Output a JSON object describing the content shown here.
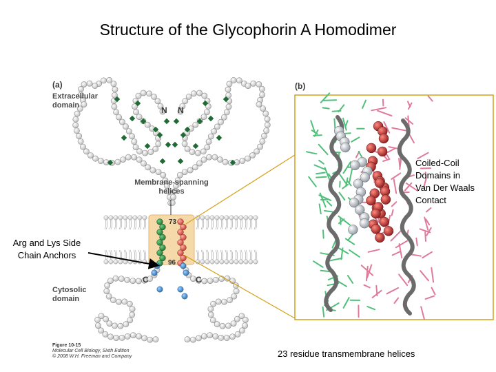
{
  "title": "Structure of the Glycophorin A Homodimer",
  "panel_a": {
    "label": "(a)",
    "extracellular_domain": "Extracellular\ndomain",
    "n_terminus_left": "N",
    "n_terminus_right": "N",
    "membrane_spanning_helices": "Membrane-spanning\nhelices",
    "residue_start": "73",
    "residue_end": "96",
    "c_terminus_left": "C",
    "c_terminus_right": "C",
    "cytosolic_domain": "Cytosolic\ndomain"
  },
  "panel_b": {
    "label": "(b)"
  },
  "callouts": {
    "coiled_coil": "Coiled-Coil\nDomains in\nVan Der Waals\nContact",
    "anchors": "Arg and Lys Side\nChain Anchors",
    "helices": "23 residue transmembrane helices"
  },
  "figure_caption": {
    "number": "Figure 10-15",
    "book": "Molecular Cell Biology, Sixth Edition",
    "copyright": "© 2008 W.H. Freeman and Company"
  },
  "colors": {
    "bead": "#e8e8e8",
    "glycan": "#1e6b35",
    "helix_green": "#2f8f45",
    "helix_red": "#d9534f",
    "basic_residue": "#3a87c8",
    "membrane_box": "#f6d9a8",
    "panel_border": "#d4a017"
  }
}
